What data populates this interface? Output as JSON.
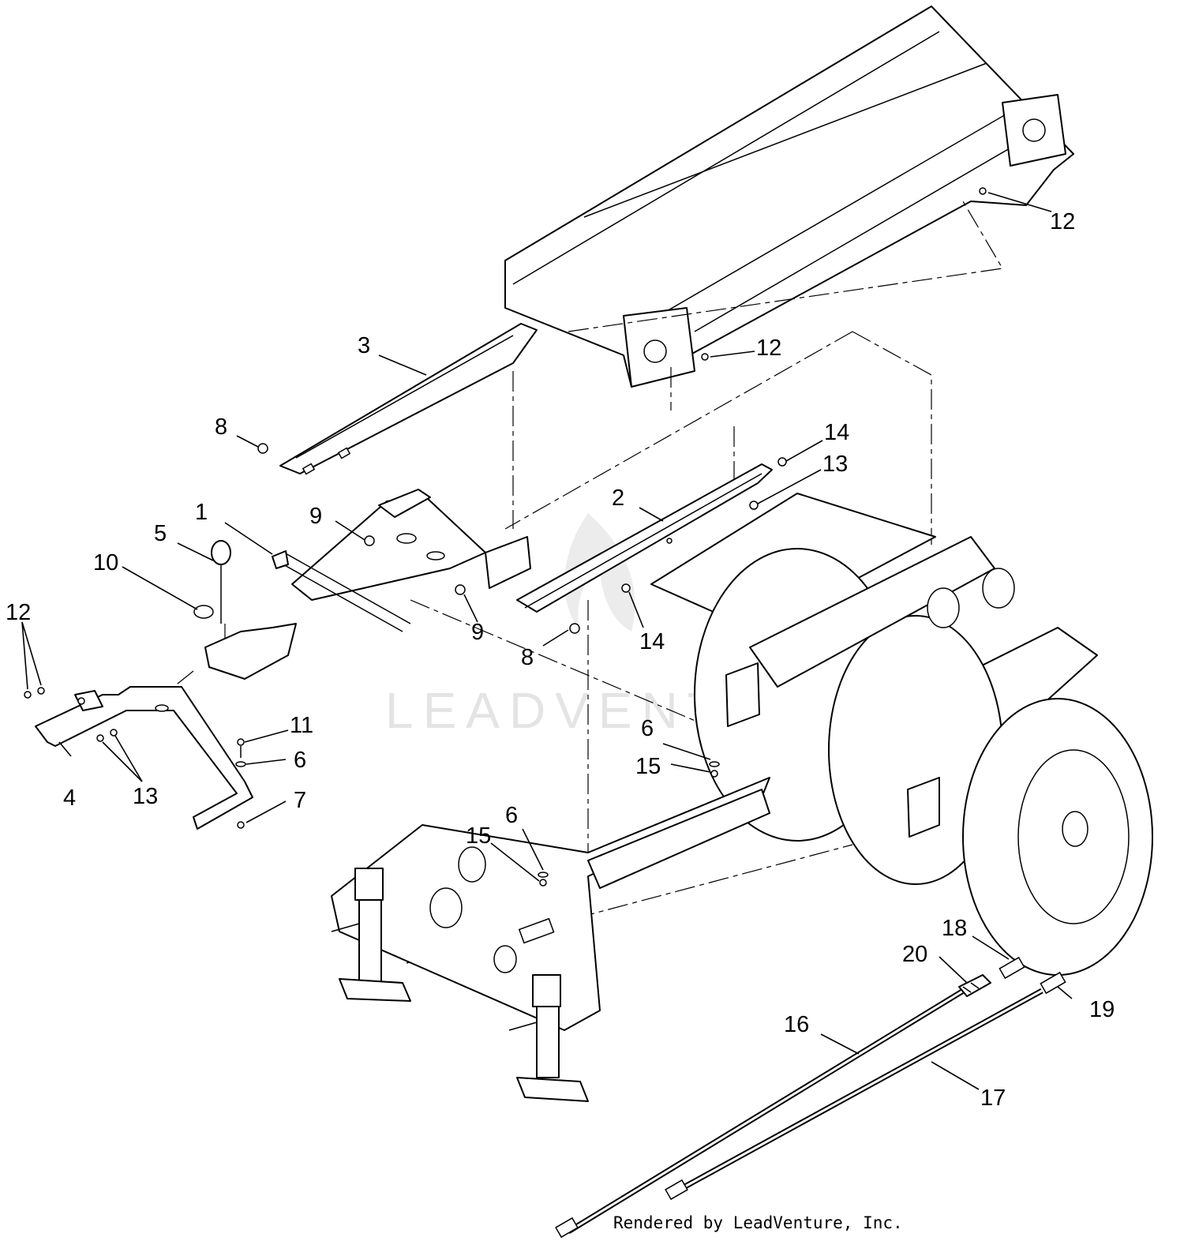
{
  "watermark": "LEADVENTURE",
  "credit": "Rendered by LeadVenture, Inc.",
  "callouts": [
    {
      "label": "1"
    },
    {
      "label": "2"
    },
    {
      "label": "3"
    },
    {
      "label": "4"
    },
    {
      "label": "5"
    },
    {
      "label": "6"
    },
    {
      "label": "6"
    },
    {
      "label": "6"
    },
    {
      "label": "7"
    },
    {
      "label": "8"
    },
    {
      "label": "8"
    },
    {
      "label": "9"
    },
    {
      "label": "9"
    },
    {
      "label": "10"
    },
    {
      "label": "11"
    },
    {
      "label": "12"
    },
    {
      "label": "12"
    },
    {
      "label": "12"
    },
    {
      "label": "13"
    },
    {
      "label": "13"
    },
    {
      "label": "14"
    },
    {
      "label": "14"
    },
    {
      "label": "15"
    },
    {
      "label": "15"
    },
    {
      "label": "16"
    },
    {
      "label": "17"
    },
    {
      "label": "18"
    },
    {
      "label": "19"
    },
    {
      "label": "20"
    }
  ]
}
